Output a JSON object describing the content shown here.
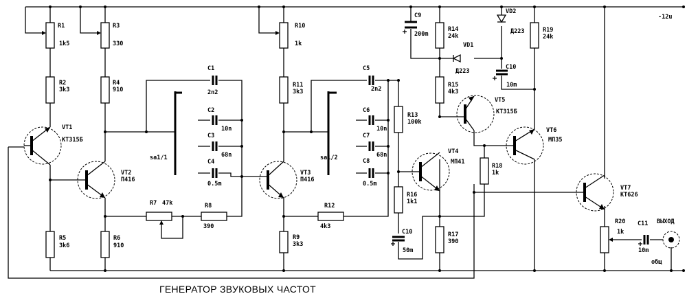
{
  "title": "ГЕНЕРАТОР ЗВУКОВЫХ ЧАСТОТ",
  "supply": "-12u",
  "output_label": "ВЫХОД",
  "common_label": "общ",
  "resistors": [
    {
      "ref": "R1",
      "value": "1k5"
    },
    {
      "ref": "R2",
      "value": "3k3"
    },
    {
      "ref": "R3",
      "value": "330"
    },
    {
      "ref": "R4",
      "value": "910"
    },
    {
      "ref": "R5",
      "value": "3k6"
    },
    {
      "ref": "R6",
      "value": "910"
    },
    {
      "ref": "R7",
      "value": "47k"
    },
    {
      "ref": "R8",
      "value": "390"
    },
    {
      "ref": "R9",
      "value": "3k3"
    },
    {
      "ref": "R10",
      "value": "1k"
    },
    {
      "ref": "R11",
      "value": "3k3"
    },
    {
      "ref": "R12",
      "value": "4k3"
    },
    {
      "ref": "R13",
      "value": "100k"
    },
    {
      "ref": "R14",
      "value": "24k"
    },
    {
      "ref": "R15",
      "value": "4k3"
    },
    {
      "ref": "R16",
      "value": "1k1"
    },
    {
      "ref": "R17",
      "value": "390"
    },
    {
      "ref": "R18",
      "value": "1k"
    },
    {
      "ref": "R19",
      "value": "24k"
    },
    {
      "ref": "R20",
      "value": "1k"
    }
  ],
  "capacitors": [
    {
      "ref": "C1",
      "value": "2n2"
    },
    {
      "ref": "C2",
      "value": "10n"
    },
    {
      "ref": "C3",
      "value": "68n"
    },
    {
      "ref": "C4",
      "value": "0.5m"
    },
    {
      "ref": "C5",
      "value": "2n2"
    },
    {
      "ref": "C6",
      "value": "10n"
    },
    {
      "ref": "C7",
      "value": "68n"
    },
    {
      "ref": "C8",
      "value": "0.5m"
    },
    {
      "ref": "C9",
      "value": "200m"
    },
    {
      "ref": "C10",
      "value": "50m"
    },
    {
      "ref": "C10",
      "value": "10m"
    },
    {
      "ref": "C11",
      "value": "10m"
    }
  ],
  "transistors": [
    {
      "ref": "VT1",
      "type": "КТ315Б"
    },
    {
      "ref": "VT2",
      "type": "П416"
    },
    {
      "ref": "VT3",
      "type": "П416"
    },
    {
      "ref": "VT4",
      "type": "МП41"
    },
    {
      "ref": "VT5",
      "type": "КТ315Б"
    },
    {
      "ref": "VT6",
      "type": "МП35"
    },
    {
      "ref": "VT7",
      "type": "КТ626"
    }
  ],
  "diodes": [
    {
      "ref": "VD1",
      "type": "Д223"
    },
    {
      "ref": "VD2",
      "type": "Д223"
    }
  ],
  "switches": [
    {
      "ref": "sa1/1"
    },
    {
      "ref": "sa1/2"
    }
  ]
}
